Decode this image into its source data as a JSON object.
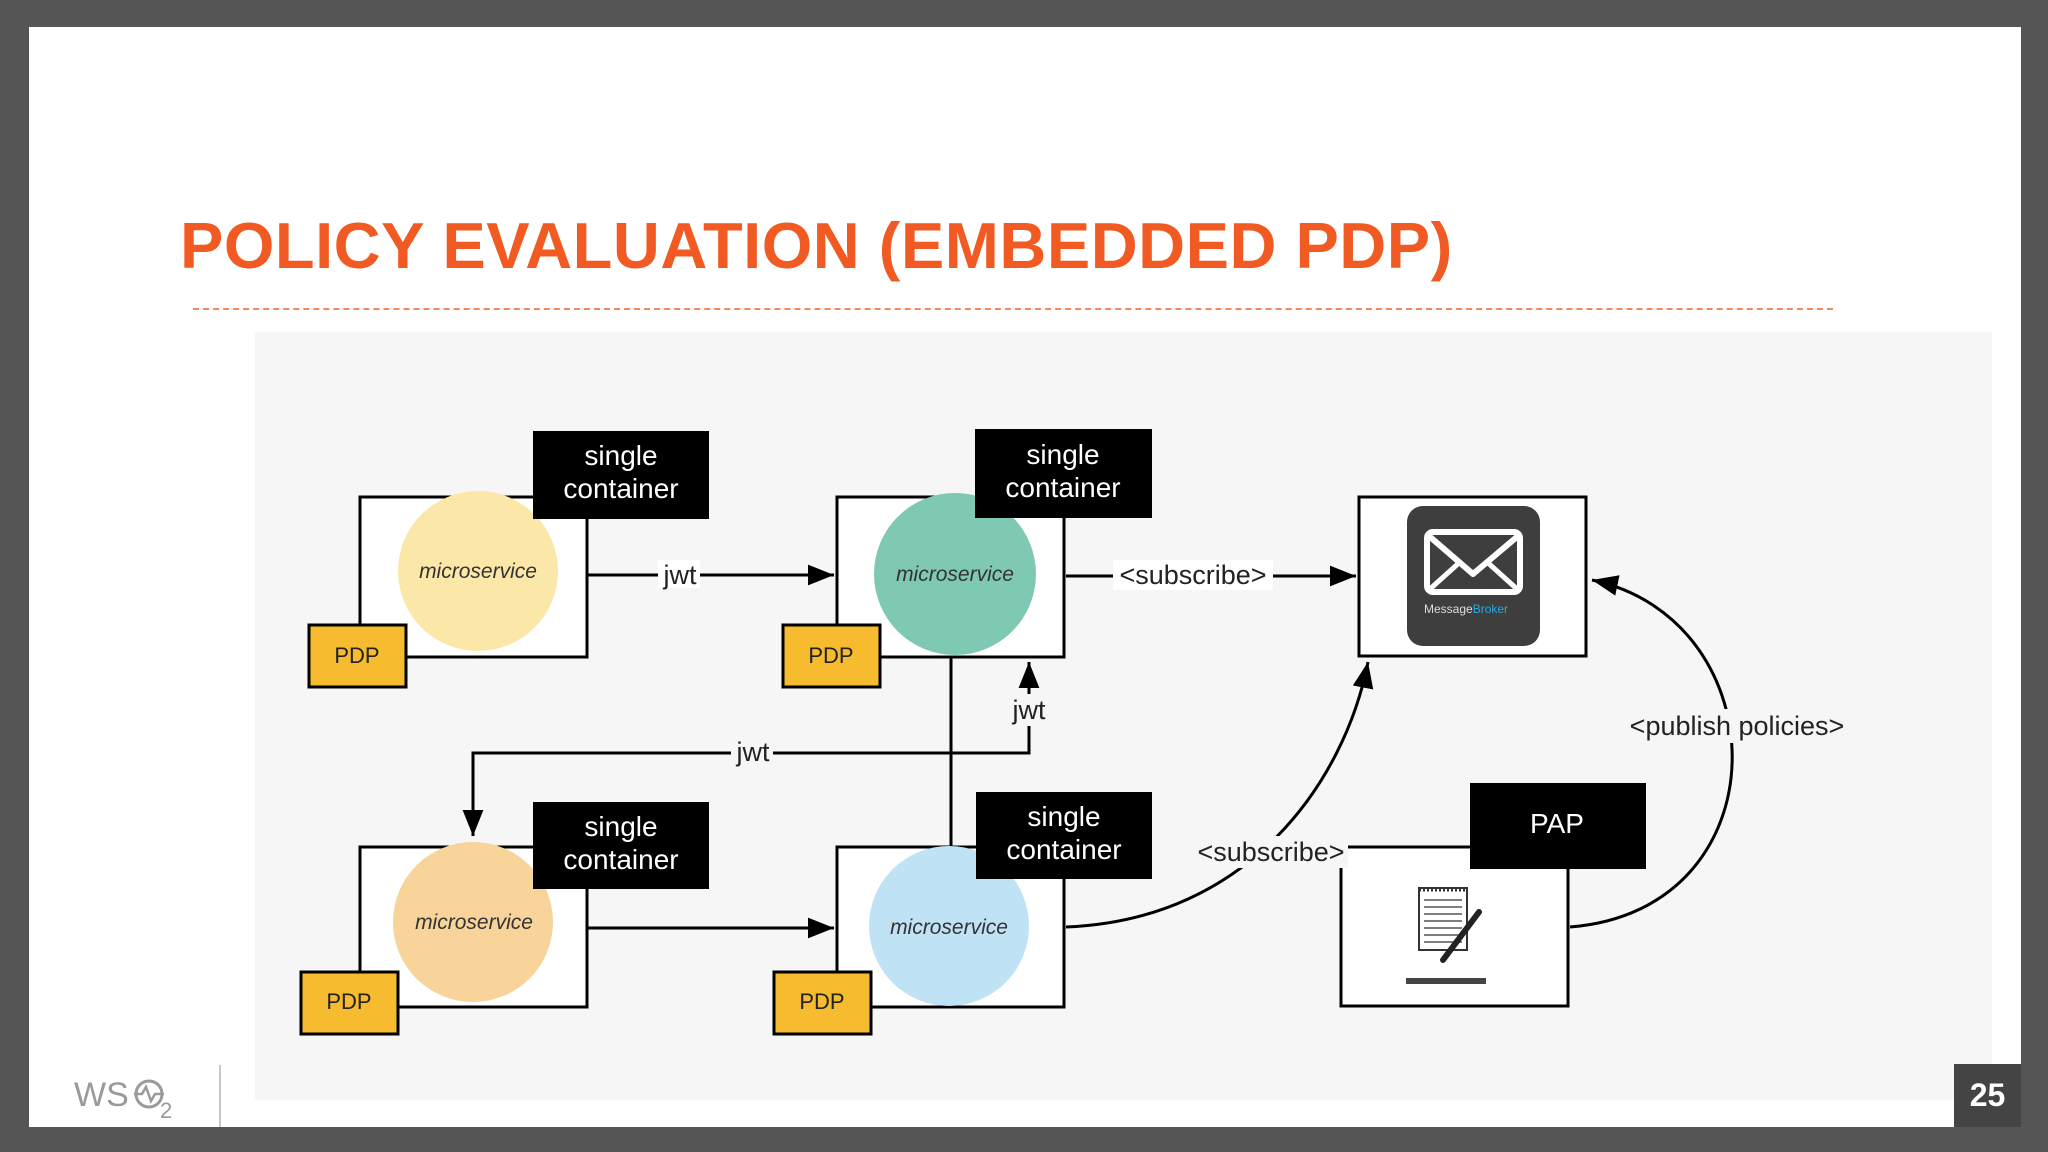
{
  "slide": {
    "title": "POLICY EVALUATION (EMBEDDED PDP)",
    "page_number": "25",
    "logo_text": "WSO2",
    "colors": {
      "frame": "#555555",
      "title": "#f15a22",
      "black_box": "#000000",
      "pdp_fill": "#f6bb2e",
      "ms1": "#fbe7a8",
      "ms2": "#7ec8b4",
      "ms3": "#f8d39a",
      "ms4": "#bfe2f5"
    }
  },
  "diagram": {
    "containers": [
      {
        "label": [
          "single",
          "container"
        ],
        "microservice": "microservice",
        "pdp": "PDP"
      },
      {
        "label": [
          "single",
          "container"
        ],
        "microservice": "microservice",
        "pdp": "PDP"
      },
      {
        "label": [
          "single",
          "container"
        ],
        "microservice": "microservice",
        "pdp": "PDP"
      },
      {
        "label": [
          "single",
          "container"
        ],
        "microservice": "microservice",
        "pdp": "PDP"
      }
    ],
    "edges": {
      "jwt_top": "jwt",
      "jwt_vertical": "jwt",
      "jwt_middle": "jwt",
      "subscribe_top": "<subscribe>",
      "subscribe_bottom": "<subscribe>",
      "publish": "<publish policies>"
    },
    "pap": {
      "label": "PAP",
      "icon": "notepad-pen-icon"
    },
    "message_broker": {
      "icon": "envelope-icon",
      "text_part1": "Message",
      "text_part2": "Broker"
    }
  }
}
